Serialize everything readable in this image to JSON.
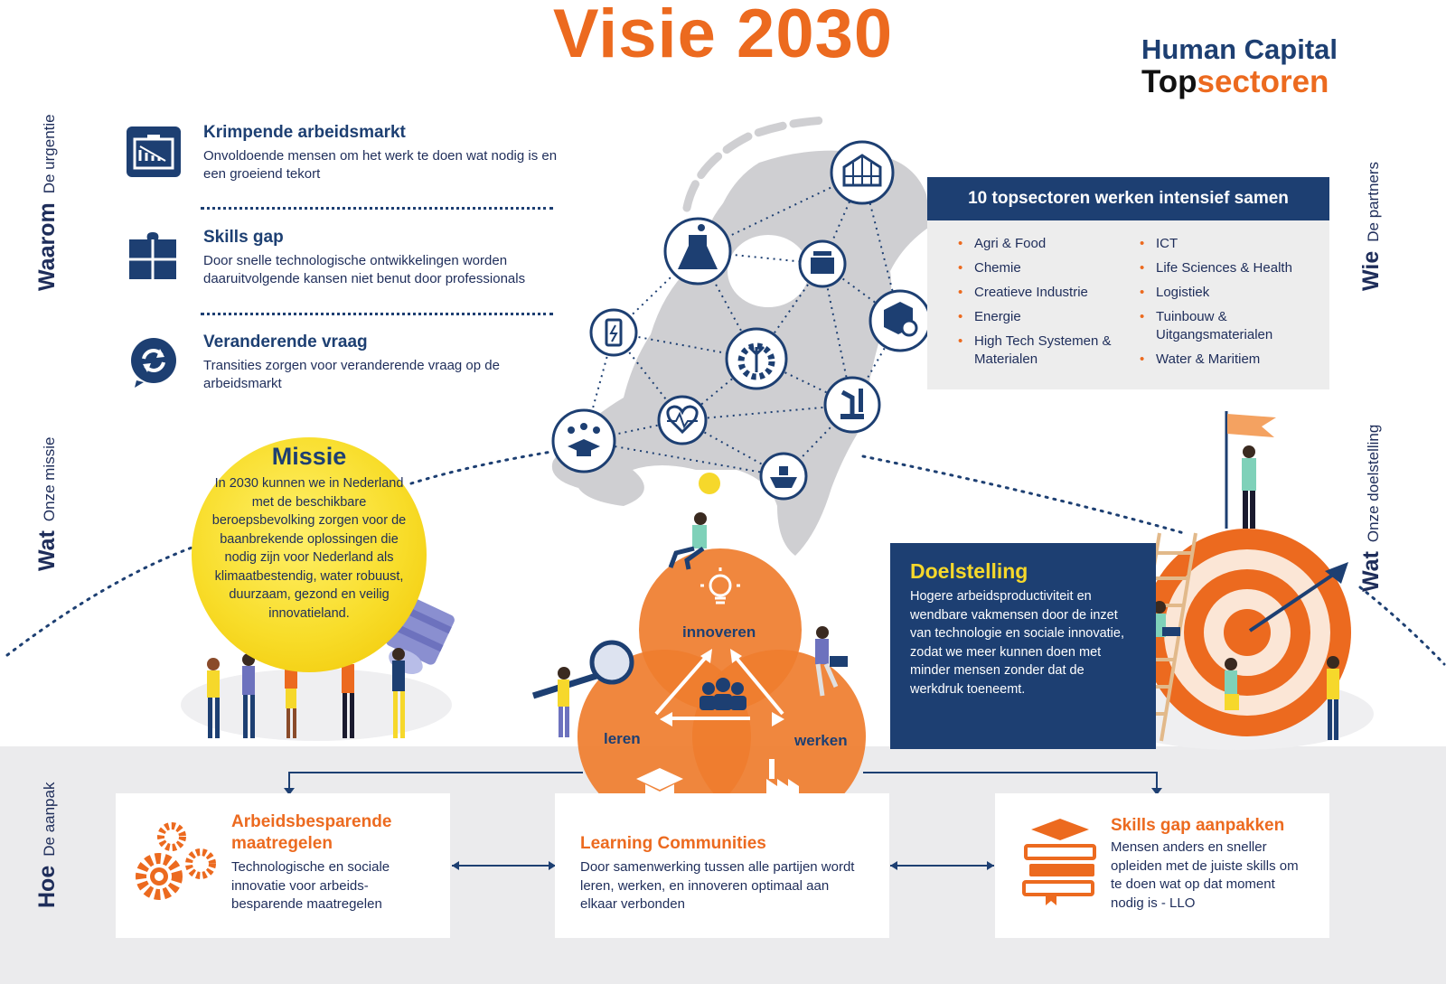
{
  "title": "Visie 2030",
  "logo": {
    "line1": "Human Capital",
    "line2_dark": "Top",
    "line2_orange": "sectoren"
  },
  "side_labels": {
    "waarom": {
      "big": "Waarom",
      "small": "De urgentie"
    },
    "wat_left": {
      "big": "Wat",
      "small": "Onze missie"
    },
    "hoe": {
      "big": "Hoe",
      "small": "De aanpak"
    },
    "wie": {
      "big": "Wie",
      "small": "De partners"
    },
    "wat_right": {
      "big": "Wat",
      "small": "Onze doelstelling"
    }
  },
  "urgency": [
    {
      "icon": "declining-chart-icon",
      "title": "Krimpende arbeidsmarkt",
      "text": "Onvoldoende mensen om het werk te doen wat nodig is en een groeiend tekort"
    },
    {
      "icon": "puzzle-icon",
      "title": "Skills gap",
      "text": "Door snelle technologische ontwikkelingen worden daaruitvolgende kansen niet benut door professionals"
    },
    {
      "icon": "refresh-chat-icon",
      "title": "Veranderende vraag",
      "text": "Transities zorgen voor veranderende vraag op de arbeidsmarkt"
    }
  ],
  "partners": {
    "heading": "10 topsectoren werken intensief samen",
    "col1": [
      "Agri & Food",
      "Chemie",
      "Creatieve Industrie",
      "Energie",
      "High Tech Systemen & Materialen"
    ],
    "col2": [
      "ICT",
      "Life Sciences & Health",
      "Logistiek",
      "Tuinbouw & Uitgangsmaterialen",
      "Water & Maritiem"
    ]
  },
  "map_icons": [
    "greenhouse-icon",
    "chemistry-icon",
    "food-icon",
    "logistics-icon",
    "battery-icon",
    "agri-gear-icon",
    "robot-arm-icon",
    "heartbeat-icon",
    "education-network-icon",
    "ship-icon"
  ],
  "missie": {
    "title": "Missie",
    "text": "In 2030 kunnen we in Nederland met de beschikbare beroepsbevolking zorgen voor de baanbrekende oplossingen die nodig zijn voor Nederland als klimaatbestendig, water robuust, duurzaam, gezond en veilig innovatieland."
  },
  "doelstelling": {
    "title": "Doelstelling",
    "text": "Hogere arbeidsproductiviteit en wendbare vakmensen door de inzet van technologie en sociale innovatie, zodat we meer kunnen doen met minder mensen zonder dat de werkdruk toeneemt."
  },
  "venn": {
    "top": "innoveren",
    "left": "leren",
    "right": "werken"
  },
  "hoe": [
    {
      "title": "Arbeidsbesparende maatregelen",
      "text": "Technologische en sociale innovatie voor arbeids-besparende maatregelen",
      "icon": "gears-icon"
    },
    {
      "title": "Learning Communities",
      "text": "Door samenwerking tussen alle partijen wordt leren, werken, en innoveren optimaal aan elkaar verbonden"
    },
    {
      "title": "Skills gap aanpakken",
      "text": "Mensen anders en sneller opleiden met de juiste skills om te doen wat op dat moment nodig is - LLO",
      "icon": "books-icon"
    }
  ],
  "colors": {
    "navy": "#1d3f72",
    "orange": "#ec6a1f",
    "yellow": "#f8dd2a",
    "grey": "#ebebed"
  }
}
